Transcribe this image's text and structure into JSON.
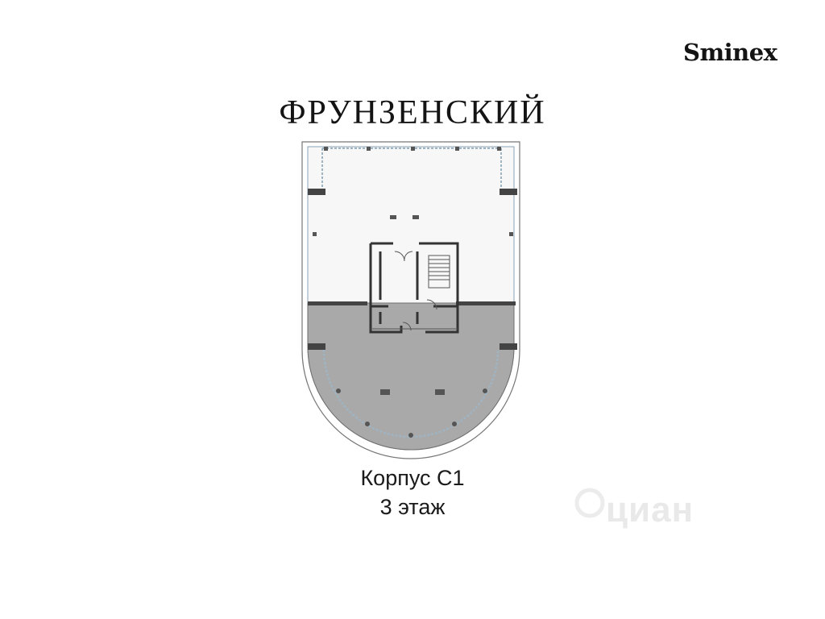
{
  "brand": {
    "logo_text": "Sminex"
  },
  "header": {
    "title": "ФРУНЗЕНСКИЙ"
  },
  "plan": {
    "colors": {
      "line": "#5a5a5a",
      "wall": "#444444",
      "highlight": "#a9a9a9",
      "glass": "#b7c8d3",
      "background": "#f6f6f6"
    }
  },
  "caption": {
    "building": "Корпус С1",
    "floor": "3 этаж"
  },
  "watermark": {
    "text": "циан"
  }
}
